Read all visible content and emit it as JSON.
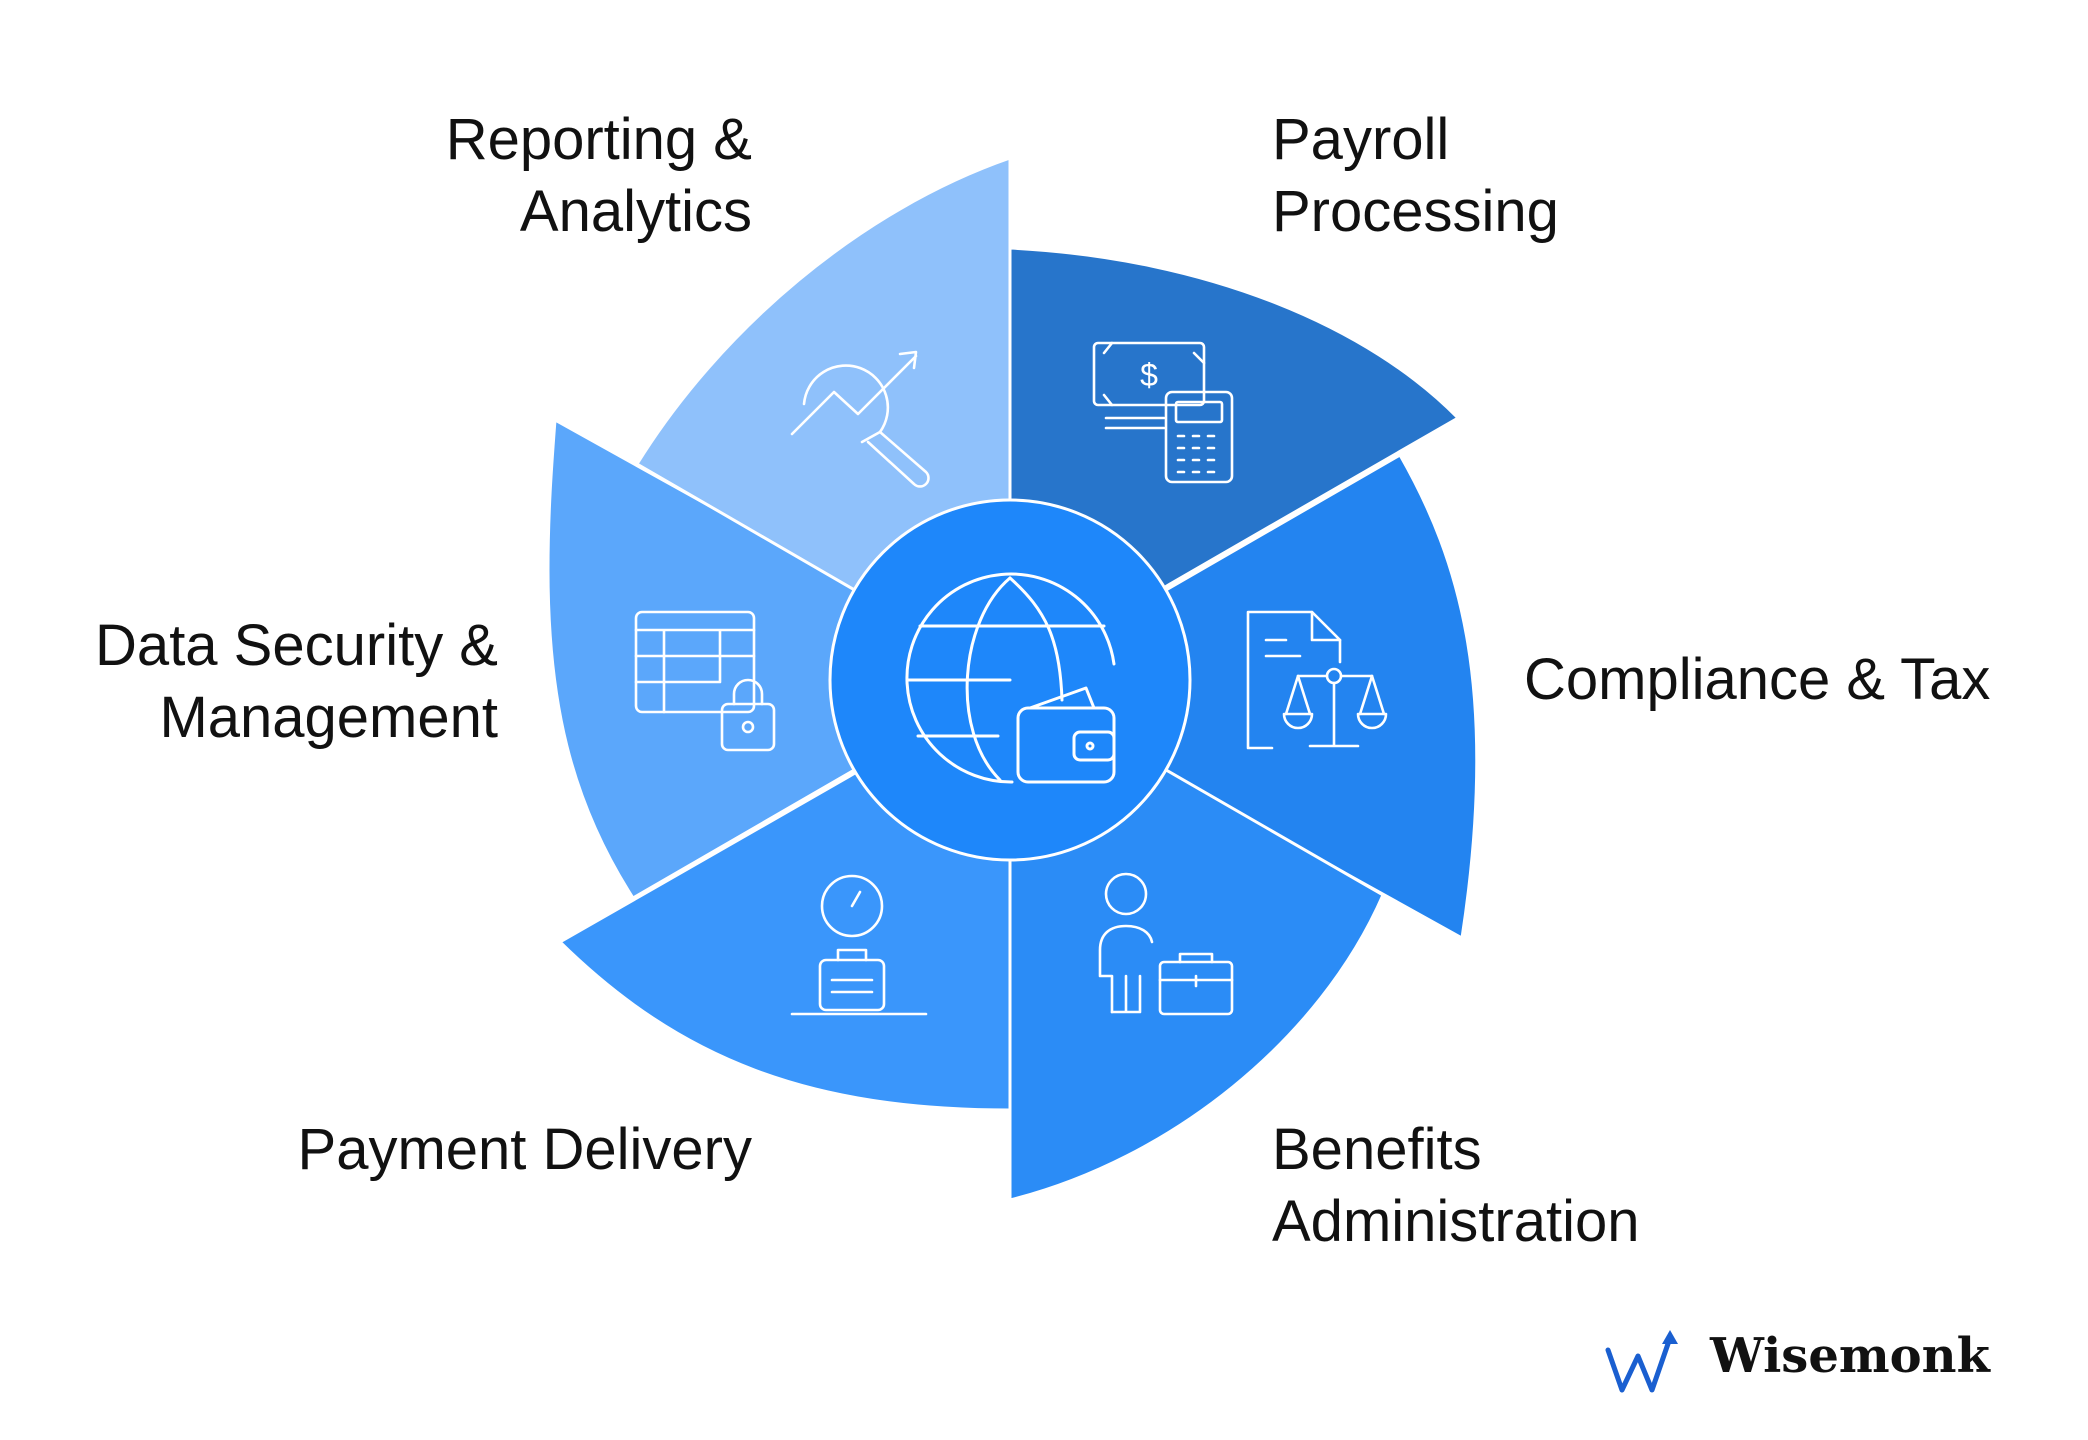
{
  "colors": {
    "payroll": "#2775cb",
    "compliance": "#2384f0",
    "benefits": "#2b8cf6",
    "payment": "#3a96fb",
    "data_security": "#5ba7fb",
    "reporting": "#8fc1fb",
    "center": "#1e87fa",
    "logo_accent": "#1a5fd0"
  },
  "segments": [
    {
      "id": "payroll",
      "label_lines": [
        "Payroll",
        "Processing"
      ],
      "icon": "money-calculator-icon"
    },
    {
      "id": "compliance",
      "label_lines": [
        "Compliance & Tax"
      ],
      "icon": "document-scales-icon"
    },
    {
      "id": "benefits",
      "label_lines": [
        "Benefits",
        "Administration"
      ],
      "icon": "person-briefcase-icon"
    },
    {
      "id": "payment",
      "label_lines": [
        "Payment Delivery"
      ],
      "icon": "clock-bag-icon"
    },
    {
      "id": "data_security",
      "label_lines": [
        "Data Security &",
        "Management"
      ],
      "icon": "table-lock-icon"
    },
    {
      "id": "reporting",
      "label_lines": [
        "Reporting &",
        "Analytics"
      ],
      "icon": "chart-magnifier-icon"
    }
  ],
  "center_icon": "globe-wallet-icon",
  "brand": {
    "name": "Wisemonk",
    "logo_icon": "wisemonk-logo-icon"
  }
}
